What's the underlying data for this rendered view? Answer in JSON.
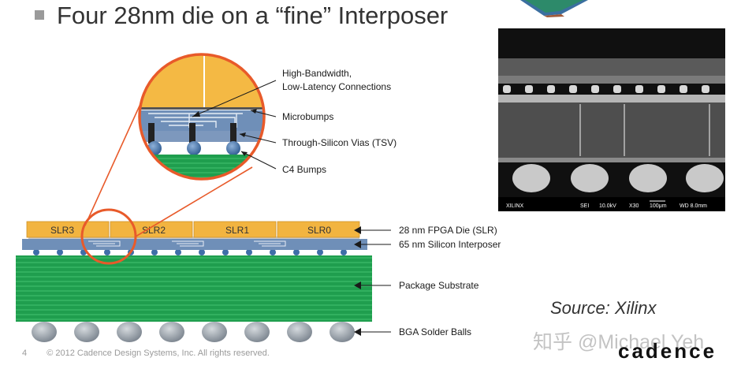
{
  "slide": {
    "title": "Four 28nm die on a “fine” Interposer",
    "source": "Source: Xilinx",
    "footer_page": "4",
    "footer_copyright": "© 2012 Cadence Design Systems, Inc. All rights reserved.",
    "watermark": "知乎 @Michael Yeh",
    "brand": "cadence"
  },
  "diagram": {
    "dies": [
      "SLR3",
      "SLR2",
      "SLR1",
      "SLR0"
    ],
    "callouts": {
      "connections_line1": "High-Bandwidth,",
      "connections_line2": "Low-Latency Connections",
      "microbumps": "Microbumps",
      "tsv": "Through-Silicon Vias (TSV)",
      "c4": "C4 Bumps",
      "fpga_die": "28 nm FPGA Die (SLR)",
      "interposer": "65 nm Silicon Interposer",
      "substrate": "Package Substrate",
      "bga": "BGA Solder Balls"
    },
    "colors": {
      "die": "#f2b440",
      "interposer": "#6f8fb8",
      "substrate": "#1f9e4e",
      "ball": "#9aa3ad",
      "zoom_ring": "#e85a2a"
    }
  },
  "micrograph": {
    "labels": [
      "XILINX",
      "SEI",
      "10.0kV",
      "X30",
      "100μm",
      "WD 8.0mm"
    ]
  }
}
